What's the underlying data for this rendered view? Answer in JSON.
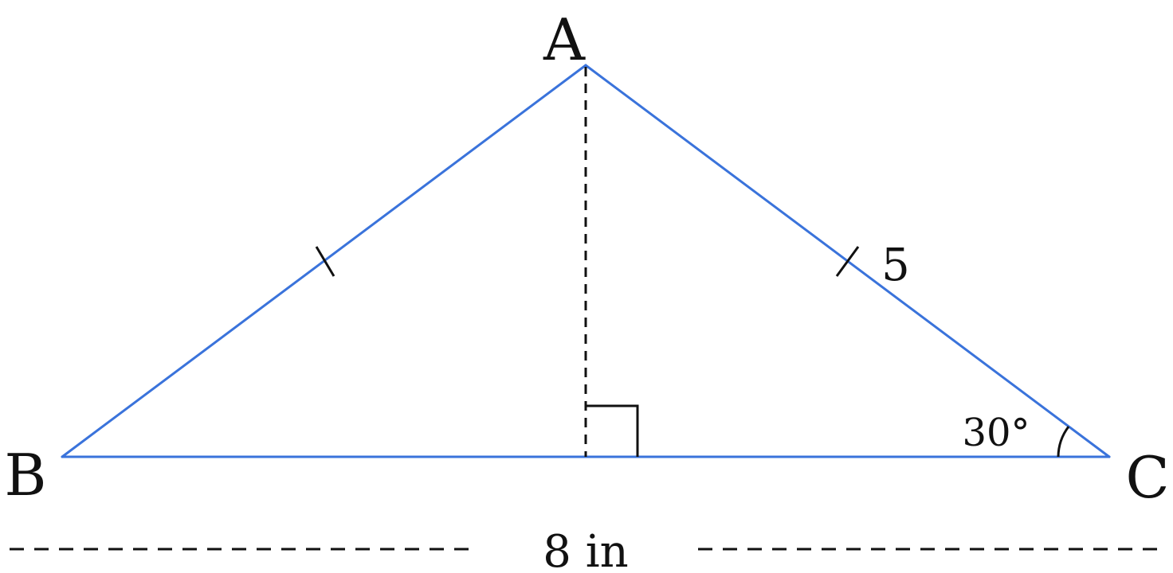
{
  "vertices": {
    "a": "A",
    "b": "B",
    "c": "C"
  },
  "labels": {
    "side_ac": "5",
    "angle_c": "30°",
    "base_length": "8 in"
  },
  "colors": {
    "triangle_stroke": "#3a73db",
    "ink": "#111111"
  },
  "marks": {
    "right_angle_at_foot_of_altitude": true,
    "equal_length_ticks_on": [
      "AB",
      "AC"
    ],
    "altitude_style": "dashed",
    "dimension_line_style": "dashed"
  }
}
